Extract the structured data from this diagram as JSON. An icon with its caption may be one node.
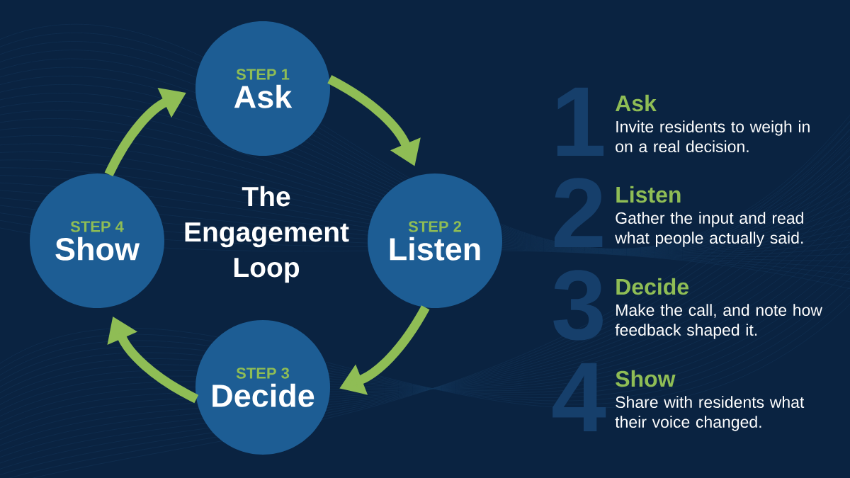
{
  "diagram": {
    "title": "The Engagement Loop",
    "nodes": [
      {
        "text": [
          "STEP 1",
          "Ask"
        ]
      },
      {
        "text": [
          "STEP 2",
          "Listen"
        ]
      },
      {
        "text": [
          "STEP 3",
          "Decide"
        ]
      },
      {
        "text": [
          "STEP 4",
          "Show"
        ]
      }
    ],
    "edges": [
      {
        "from": 0,
        "to": 1,
        "arrow": "to"
      },
      {
        "from": 1,
        "to": 2,
        "arrow": "to"
      },
      {
        "from": 2,
        "to": 3,
        "arrow": "to"
      },
      {
        "from": 3,
        "to": 0,
        "arrow": "to"
      }
    ],
    "labels": [
      "1",
      "Ask",
      "Invite residents to weigh in on a real decision.",
      "2",
      "Listen",
      "Gather the input and read what people actually said.",
      "3",
      "Decide",
      "Make the call, and note how feedback shaped it.",
      "4",
      "Show",
      "Share with residents what their voice changed."
    ]
  }
}
